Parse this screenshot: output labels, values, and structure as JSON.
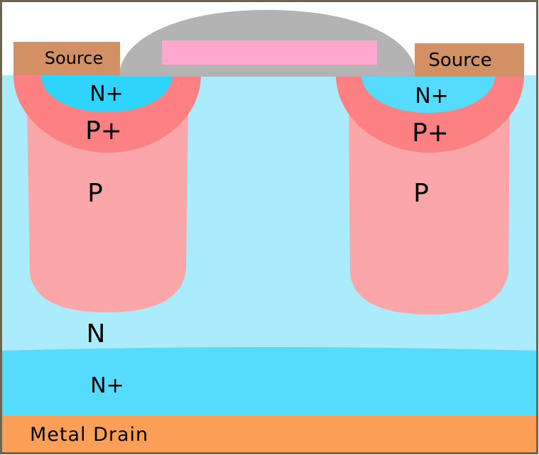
{
  "labels": {
    "source_left": "Source",
    "source_right": "Source",
    "n_plus_left": "N+",
    "n_plus_right": "N+",
    "p_plus_left": "P+",
    "p_plus_right": "P+",
    "p_left": "P",
    "p_right": "P",
    "n_drift": "N",
    "n_plus_substrate": "N+",
    "drain": "Metal Drain"
  },
  "colors": {
    "frame": "#6b6453",
    "background": "#ffffff",
    "n_drift": "#aaebfc",
    "n_plus_substrate": "#55dbfc",
    "n_plus_left_well": "#2ed4fc",
    "n_plus_right_well": "#55dbfc",
    "p_plus": "#fd8082",
    "p_body": "#fba6a9",
    "source_metal": "#d49065",
    "gate_oxide": "#b3b3b3",
    "gate_poly": "#fea7cf",
    "drain_metal": "#fd9f56"
  }
}
